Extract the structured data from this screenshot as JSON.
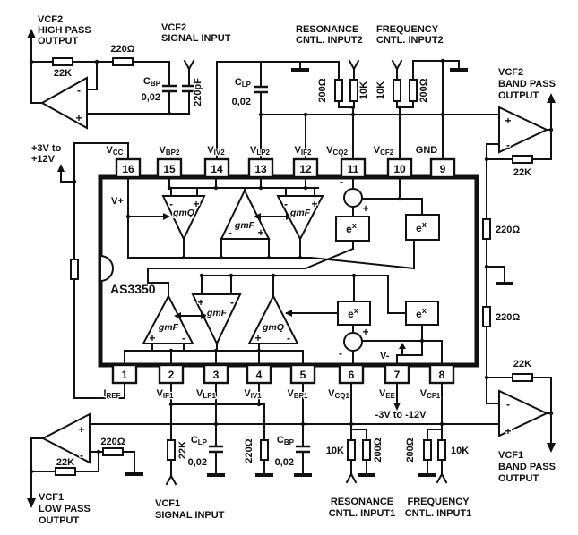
{
  "colors": {
    "background": "#ffffff",
    "ink": "#111111"
  },
  "signs": {
    "plus": "+",
    "minus": "-"
  },
  "chip": {
    "name": "AS3350",
    "v_plus": "V+",
    "v_minus": "V-",
    "exp": {
      "base": "e",
      "sup": "x"
    },
    "amps": {
      "gmq": "gmQ",
      "gmf": "gmF"
    },
    "top_pins": [
      {
        "num": "16",
        "main": "V",
        "sub": "CC"
      },
      {
        "num": "15",
        "main": "V",
        "sub": "BP2"
      },
      {
        "num": "14",
        "main": "V",
        "sub": "IV2"
      },
      {
        "num": "13",
        "main": "V",
        "sub": "LP2"
      },
      {
        "num": "12",
        "main": "V",
        "sub": "IF2"
      },
      {
        "num": "11",
        "main": "V",
        "sub": "CQ2"
      },
      {
        "num": "10",
        "main": "V",
        "sub": "CF2"
      },
      {
        "num": "9",
        "main": "GND",
        "sub": ""
      }
    ],
    "bottom_pins": [
      {
        "num": "1",
        "main": "I",
        "sub": "REF"
      },
      {
        "num": "2",
        "main": "V",
        "sub": "IF1"
      },
      {
        "num": "3",
        "main": "V",
        "sub": "LP1"
      },
      {
        "num": "4",
        "main": "V",
        "sub": "IV1"
      },
      {
        "num": "5",
        "main": "V",
        "sub": "BP1"
      },
      {
        "num": "6",
        "main": "V",
        "sub": "CQ1"
      },
      {
        "num": "7",
        "main": "V",
        "sub": "EE"
      },
      {
        "num": "8",
        "main": "V",
        "sub": "CF1"
      }
    ]
  },
  "top_left": {
    "title1": "VCF2",
    "title2": "HIGH PASS",
    "title3": "OUTPUT",
    "r_feedback": "22K",
    "r_series": "220Ω"
  },
  "signal_input2": {
    "title1": "VCF2",
    "title2": "SIGNAL INPUT",
    "cap_main": "C",
    "cap_sub": "BP",
    "cap_value": "0,02",
    "c_series": "220pF"
  },
  "lp_cap2": {
    "main": "C",
    "sub": "LP",
    "value": "0,02"
  },
  "resonance2": {
    "title1": "RESONANCE",
    "title2": "CNTL. INPUT2",
    "r_left": "200Ω",
    "r_right": "10K"
  },
  "frequency2": {
    "title1": "FREQUENCY",
    "title2": "CNTL. INPUT2",
    "r_left": "10K",
    "r_right": "200Ω"
  },
  "bandpass2": {
    "title1": "VCF2",
    "title2": "BAND PASS",
    "title3": "OUTPUT",
    "r_feedback": "22K"
  },
  "right_rail": {
    "r_top": "220Ω",
    "r_bottom": "220Ω"
  },
  "supply": {
    "pos1": "+3V to",
    "pos2": "+12V",
    "neg": "-3V to -12V"
  },
  "lowpass1": {
    "title1": "VCF1",
    "title2": "LOW PASS",
    "title3": "OUTPUT",
    "r_ground": "220Ω",
    "r_feedback": "22K"
  },
  "signal_input1": {
    "title1": "VCF1",
    "title2": "SIGNAL INPUT",
    "r_series": "22K"
  },
  "input_network1": {
    "lp_main": "C",
    "lp_sub": "LP",
    "lp_value": "0,02",
    "r_ground": "220Ω",
    "bp_main": "C",
    "bp_sub": "BP",
    "bp_value": "0,02"
  },
  "resonance1": {
    "title1": "RESONANCE",
    "title2": "CNTL. INPUT1",
    "r_left": "10K",
    "r_right": "200Ω"
  },
  "frequency1": {
    "title1": "FREQUENCY",
    "title2": "CNTL. INPUT1",
    "r_left": "200Ω",
    "r_right": "10K"
  },
  "bandpass1": {
    "title1": "VCF1",
    "title2": "BAND PASS",
    "title3": "OUTPUT",
    "r_feedback": "22K"
  }
}
